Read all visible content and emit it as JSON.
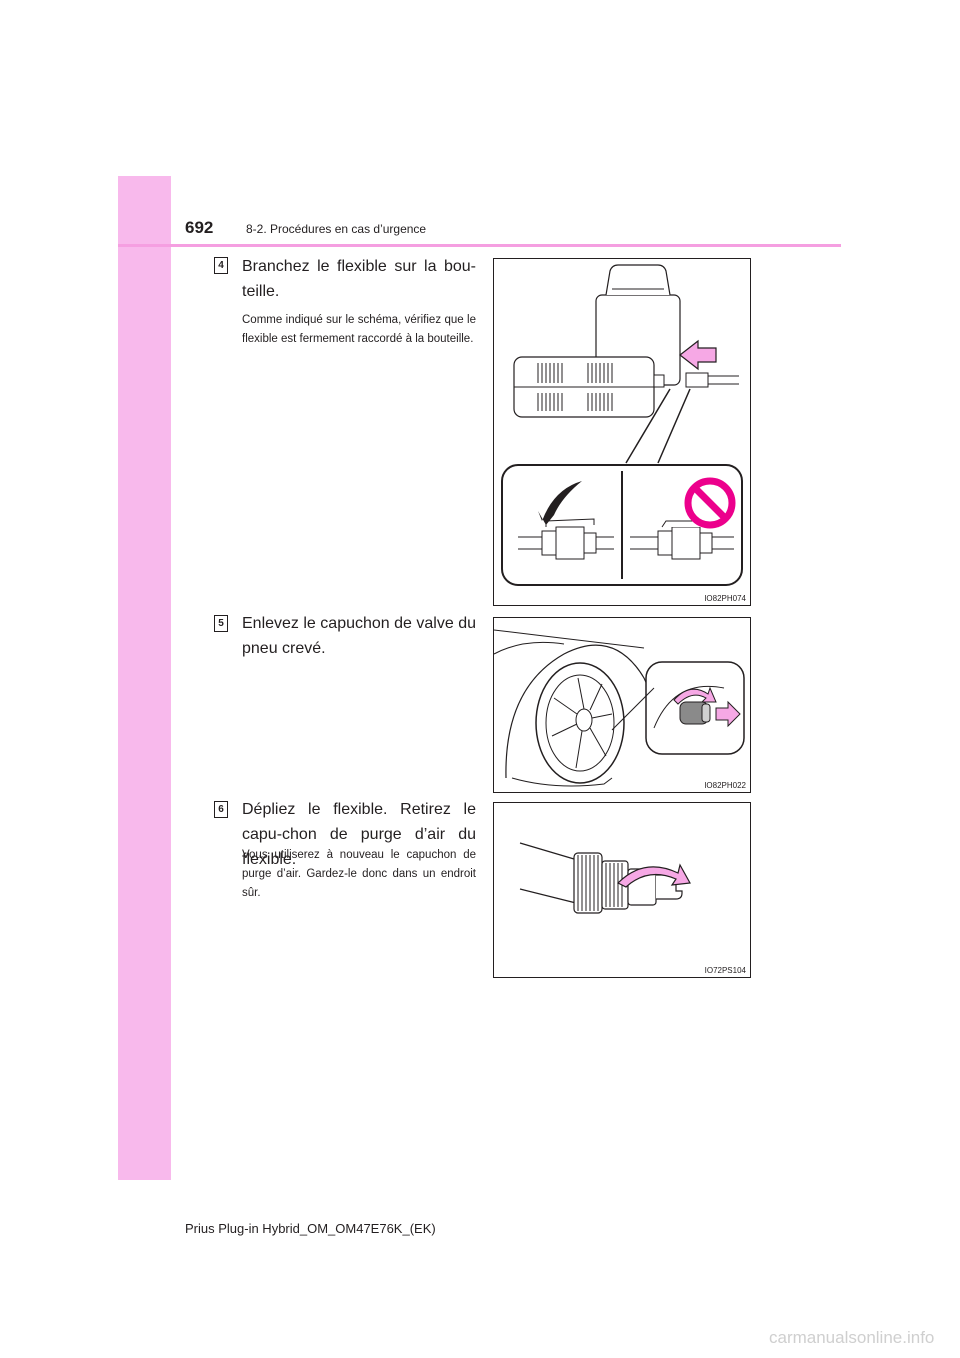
{
  "header": {
    "page_number": "692",
    "section": "8-2. Procédures en cas d’urgence"
  },
  "steps": [
    {
      "number": "4",
      "title": "Branchez le flexible sur la bou-teille.",
      "note": "Comme indiqué sur le schéma, vérifiez que le flexible est fermement raccordé à la bouteille.",
      "figure_code": "IO82PH074"
    },
    {
      "number": "5",
      "title": "Enlevez le capuchon de valve du pneu crevé.",
      "figure_code": "IO82PH022"
    },
    {
      "number": "6",
      "title": "Dépliez le flexible. Retirez le capu-chon de purge d’air du flexible.",
      "note": "Vous utiliserez à nouveau le capuchon de purge d’air. Gardez-le donc dans un endroit sûr.",
      "figure_code": "IO72PS104"
    }
  ],
  "footer": {
    "text": "Prius Plug-in Hybrid_OM_OM47E76K_(EK)"
  },
  "watermark": {
    "text": "carmanualsonline.info"
  },
  "colors": {
    "sidebar": "#f8b9ec",
    "rule": "#f59fe1",
    "arrow_fill": "#f6a8e5",
    "prohibit": "#ec008c"
  },
  "icons": [
    "prohibition-icon",
    "push-arrow-icon",
    "rotate-arrow-icon",
    "pull-arrow-icon"
  ]
}
